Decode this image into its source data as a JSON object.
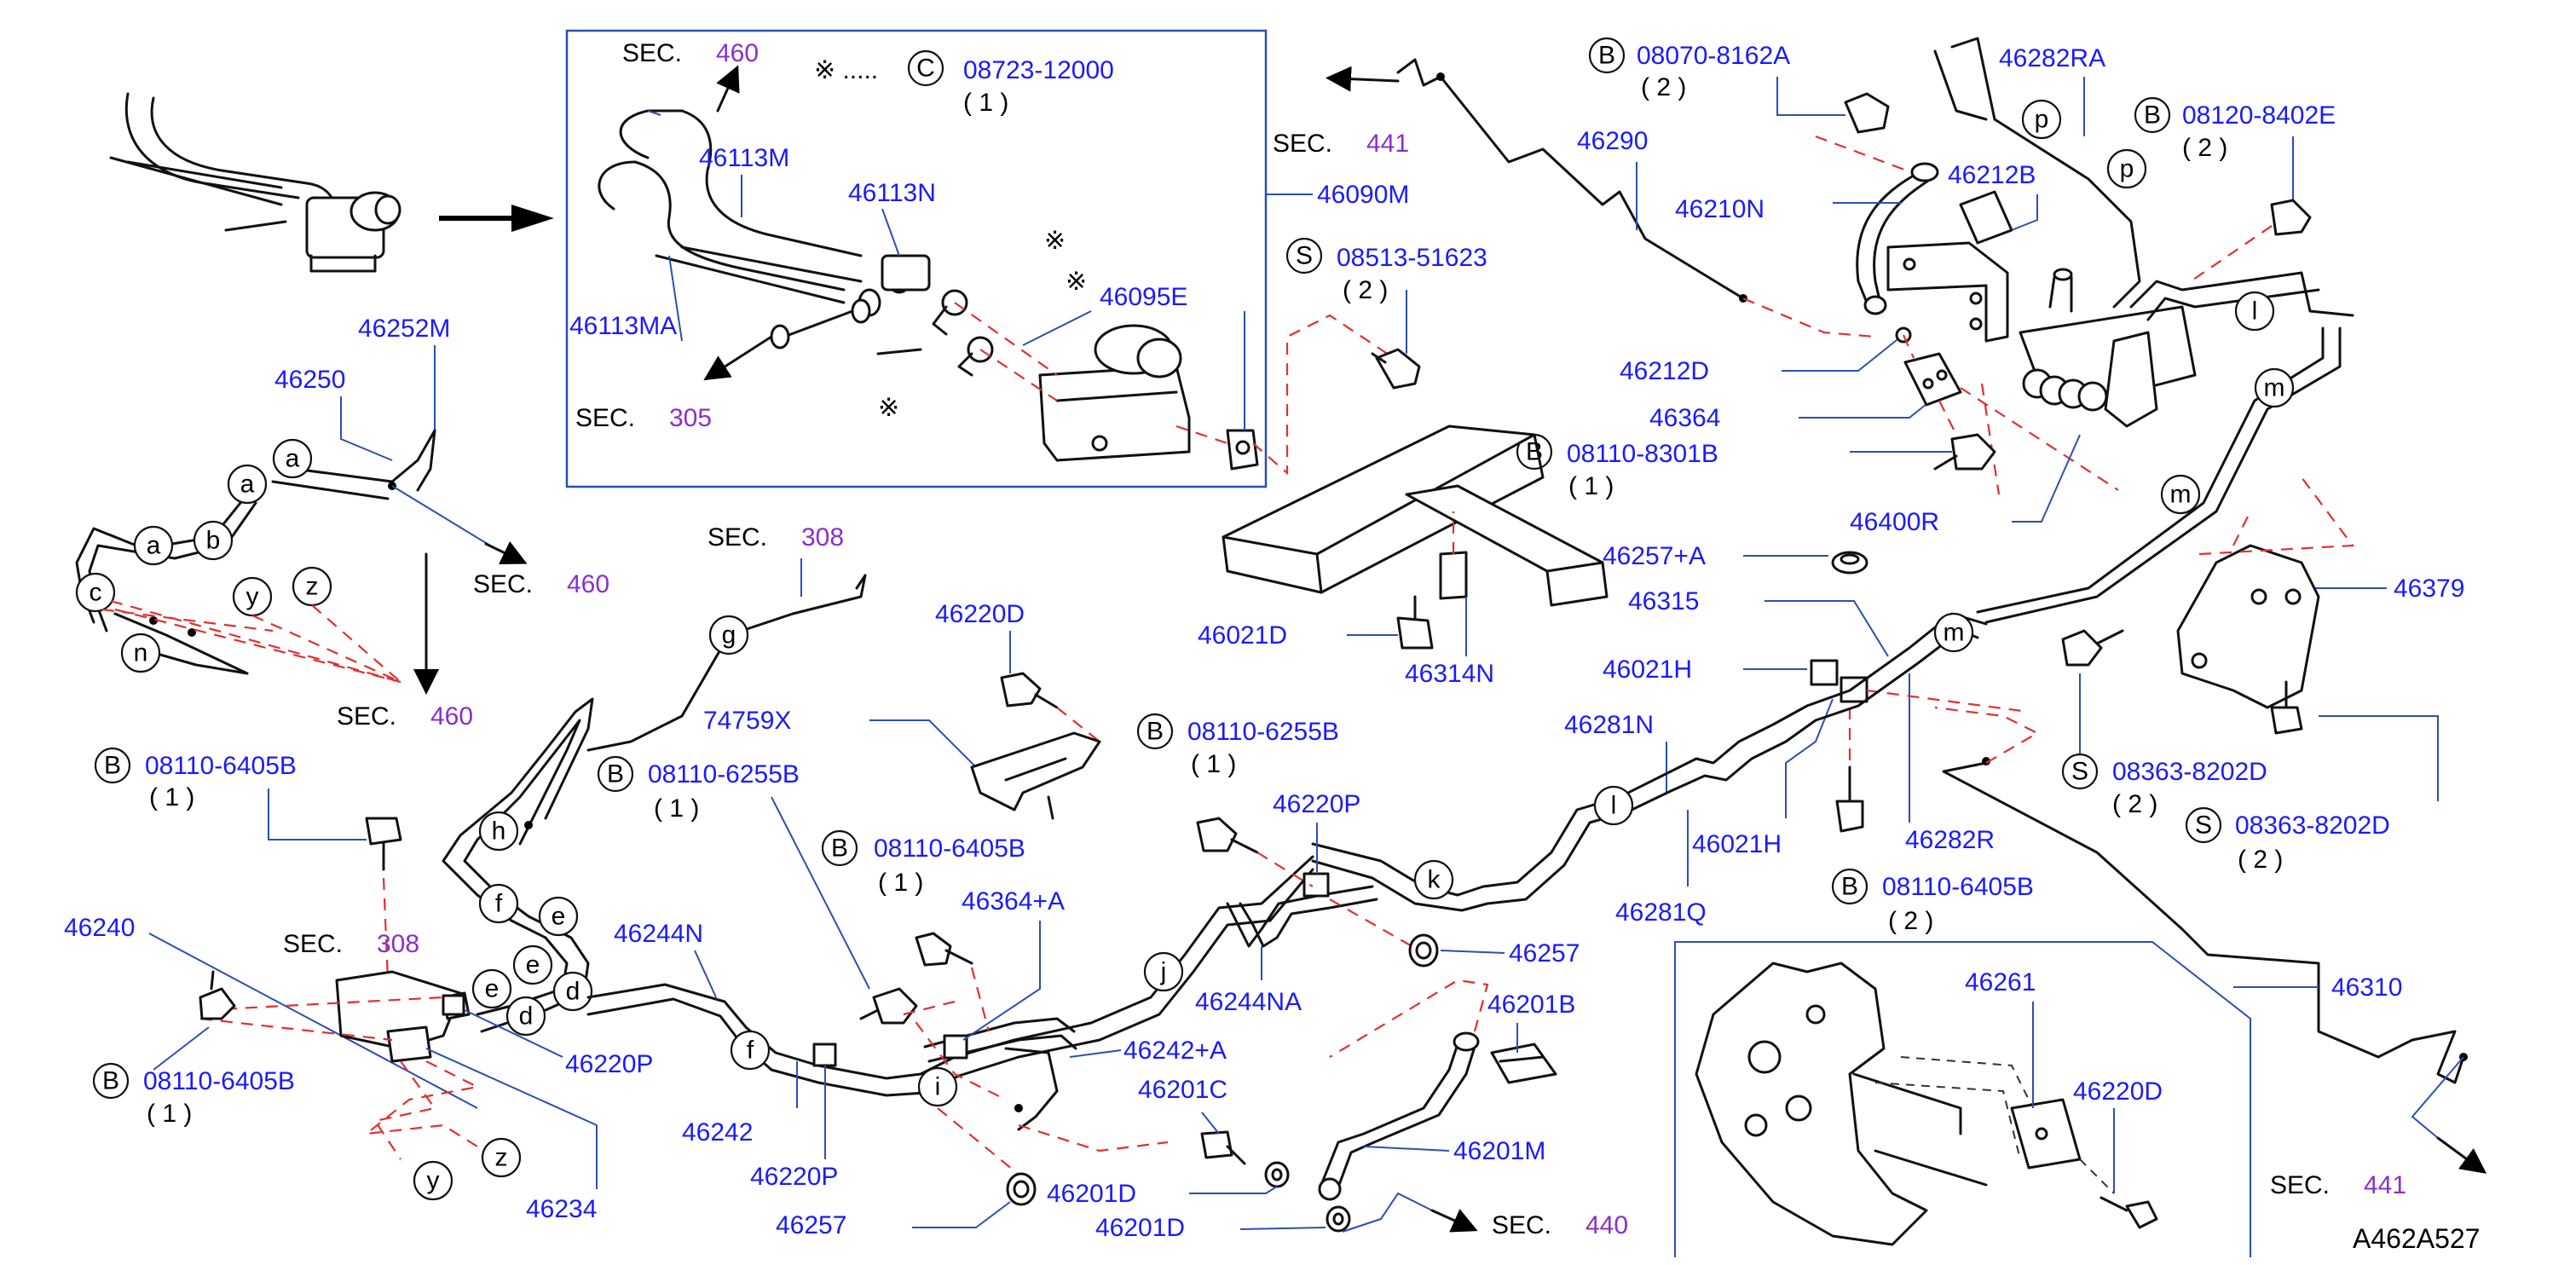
{
  "diagram": {
    "code": "A462A527",
    "sec": {
      "prefix": "SEC.",
      "n460": "460",
      "n441": "441",
      "n305": "305",
      "n308": "308",
      "n440": "440"
    },
    "markers": {
      "B": "B",
      "C": "C",
      "S": "S",
      "ref": "※",
      "ref_dots": "※ .....",
      "qty1": "( 1 )",
      "qty2": "( 2 )"
    },
    "callouts": [
      "a",
      "b",
      "c",
      "d",
      "e",
      "f",
      "g",
      "h",
      "i",
      "j",
      "k",
      "l",
      "m",
      "n",
      "p",
      "y",
      "z"
    ],
    "parts": {
      "p08723": "08723-12000",
      "p46113M": "46113M",
      "p46113N": "46113N",
      "p46113MA": "46113MA",
      "p46095E": "46095E",
      "p46090M": "46090M",
      "p08513": "08513-51623",
      "p46290": "46290",
      "p08070": "08070-8162A",
      "p46282RA": "46282RA",
      "p08120": "08120-8402E",
      "p46210N": "46210N",
      "p46212B": "46212B",
      "p46212D": "46212D",
      "p46364": "46364",
      "p08110_8301B": "08110-8301B",
      "p46400R": "46400R",
      "p46257A": "46257+A",
      "p46315": "46315",
      "p46379": "46379",
      "p46252M": "46252M",
      "p46250": "46250",
      "p46220D": "46220D",
      "p74759X": "74759X",
      "p08110_6255B": "08110-6255B",
      "p08110_6405B": "08110-6405B",
      "p46021D": "46021D",
      "p46314N": "46314N",
      "p46021H": "46021H",
      "p46281N": "46281N",
      "p46282R": "46282R",
      "p08363": "08363-8202D",
      "p46240": "46240",
      "p46244N": "46244N",
      "p46364A": "46364+A",
      "p46220P": "46220P",
      "p46244NA": "46244NA",
      "p46257": "46257",
      "p46281Q": "46281Q",
      "p46242A": "46242+A",
      "p46201B": "46201B",
      "p46201C": "46201C",
      "p46242": "46242",
      "p46201M": "46201M",
      "p46201D": "46201D",
      "p46234": "46234",
      "p46261": "46261",
      "p46310": "46310"
    }
  }
}
